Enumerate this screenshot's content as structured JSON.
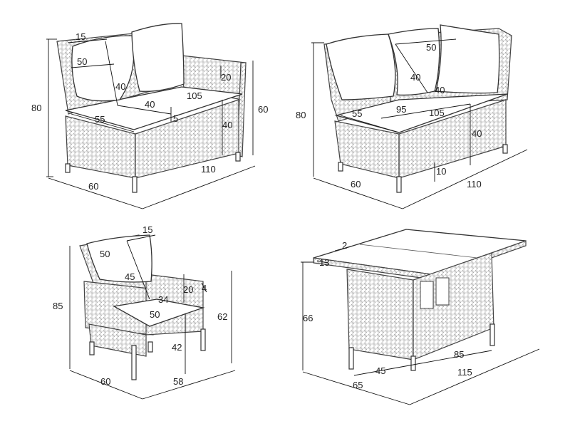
{
  "diagrams": [
    {
      "id": "loveseat-left",
      "labels": [
        "15",
        "50",
        "40",
        "40",
        "105",
        "20",
        "55",
        "5",
        "40",
        "80",
        "60",
        "60",
        "110"
      ]
    },
    {
      "id": "loveseat-right",
      "labels": [
        "50",
        "40",
        "40",
        "55",
        "95",
        "105",
        "40",
        "80",
        "10",
        "60",
        "110"
      ]
    },
    {
      "id": "armchair",
      "labels": [
        "15",
        "50",
        "45",
        "34",
        "20",
        "4",
        "50",
        "85",
        "62",
        "42",
        "60",
        "58"
      ]
    },
    {
      "id": "table",
      "labels": [
        "2",
        "13",
        "66",
        "85",
        "45",
        "115",
        "65"
      ]
    }
  ]
}
